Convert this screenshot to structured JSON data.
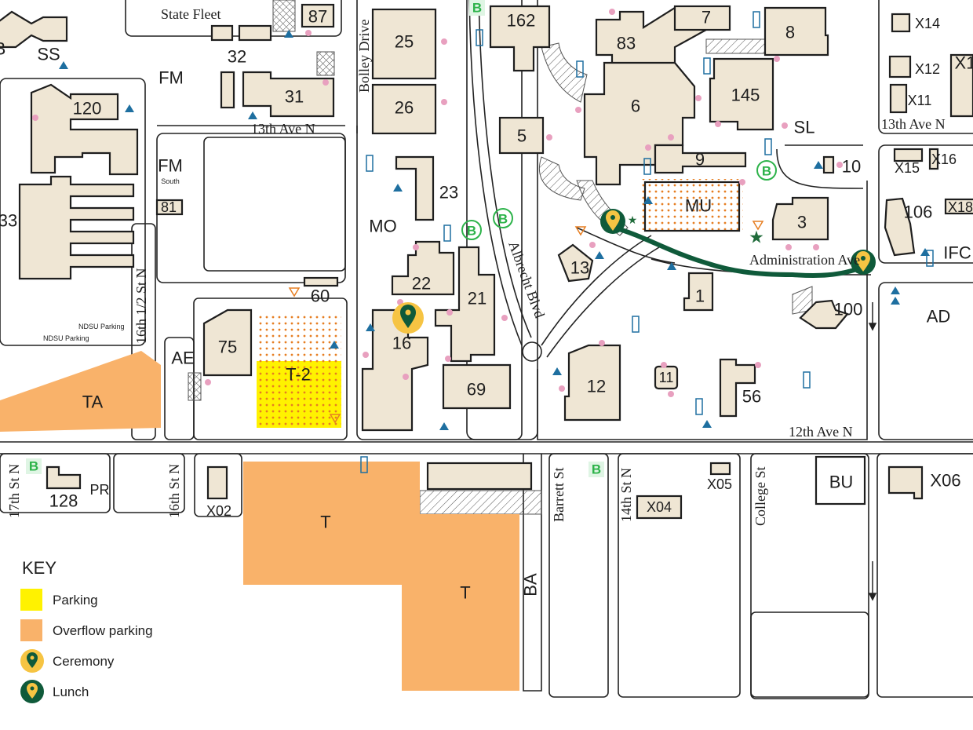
{
  "colors": {
    "building_fill": "#efe6d4",
    "building_stroke": "#1e1e1e",
    "road_line": "#222222",
    "parking": "#fff200",
    "overflow": "#f9b26a",
    "dots": "#e67e22",
    "pink_dot": "#e8a0bf",
    "route": "#0f5a3a",
    "ceremony_marker": "#f6c443",
    "lunch_marker": "#0f5a3a",
    "accessible_icon": "#1e6fa0",
    "bus_stop": "#2db34a"
  },
  "buildings": [
    {
      "id": "b87",
      "label": "87"
    },
    {
      "id": "b162",
      "label": "162"
    },
    {
      "id": "b7",
      "label": "7"
    },
    {
      "id": "b8",
      "label": "8"
    },
    {
      "id": "b83",
      "label": "83"
    },
    {
      "id": "b25",
      "label": "25"
    },
    {
      "id": "b26",
      "label": "26"
    },
    {
      "id": "b6",
      "label": "6"
    },
    {
      "id": "b145",
      "label": "145"
    },
    {
      "id": "b5",
      "label": "5"
    },
    {
      "id": "b9",
      "label": "9"
    },
    {
      "id": "b31",
      "label": "31"
    },
    {
      "id": "b120",
      "label": "120"
    },
    {
      "id": "b23",
      "label": "23"
    },
    {
      "id": "bMU",
      "label": "MU"
    },
    {
      "id": "b3",
      "label": "3"
    },
    {
      "id": "b10",
      "label": "10"
    },
    {
      "id": "b22",
      "label": "22"
    },
    {
      "id": "b21",
      "label": "21"
    },
    {
      "id": "b13",
      "label": "13"
    },
    {
      "id": "b1",
      "label": "1"
    },
    {
      "id": "b60",
      "label": "60"
    },
    {
      "id": "b100",
      "label": "100"
    },
    {
      "id": "b75",
      "label": "75"
    },
    {
      "id": "b16",
      "label": "16"
    },
    {
      "id": "b12",
      "label": "12"
    },
    {
      "id": "b11",
      "label": "11"
    },
    {
      "id": "b56",
      "label": "56"
    },
    {
      "id": "b69",
      "label": "69"
    },
    {
      "id": "b81",
      "label": "81"
    },
    {
      "id": "b128",
      "label": "128"
    },
    {
      "id": "bX02",
      "label": "X02"
    },
    {
      "id": "bX04",
      "label": "X04"
    },
    {
      "id": "bX05",
      "label": "X05"
    },
    {
      "id": "bX06",
      "label": "X06"
    },
    {
      "id": "bX14",
      "label": "X14"
    },
    {
      "id": "bX12",
      "label": "X12"
    },
    {
      "id": "bX11",
      "label": "X11"
    },
    {
      "id": "bX15",
      "label": "X15"
    },
    {
      "id": "bX16",
      "label": "X16"
    },
    {
      "id": "bX18",
      "label": "X18"
    },
    {
      "id": "b106",
      "label": "106"
    },
    {
      "id": "b33",
      "label": "33"
    },
    {
      "id": "b32",
      "label": "32"
    }
  ],
  "area_labels": {
    "SS": "SS",
    "FM": "FM",
    "FM_south_1": "FM",
    "FM_south_2": "South",
    "MO": "MO",
    "SL": "SL",
    "AE": "AE",
    "AD": "AD",
    "IFC": "IFC",
    "BU": "BU",
    "PR": "PR",
    "BA": "BA",
    "TA": "TA",
    "T2": "T-2",
    "T1": "T",
    "T2b": "T",
    "X1": "X1",
    "B_left": "B"
  },
  "streets": {
    "state_fleet": "State Fleet",
    "ave13_w": "13th Ave N",
    "ave13_e": "13th Ave N",
    "ave12": "12th Ave N",
    "bolley": "Bolley Drive",
    "albrecht": "Albrecht Blvd",
    "st16half": "16th 1/2 St N",
    "st16": "16th St N",
    "st17": "17th St N",
    "barrett": "Barrett St",
    "st14": "14th St N",
    "college": "College St",
    "admin": "Administration Ave"
  },
  "parking_labels": {
    "ndsu1": "NDSU Parking",
    "ndsu2": "NDSU Parking"
  },
  "bus_label": "B",
  "key": {
    "title": "KEY",
    "items": [
      {
        "label": "Parking",
        "kind": "parking"
      },
      {
        "label": "Overflow parking",
        "kind": "overflow"
      },
      {
        "label": "Ceremony",
        "kind": "ceremony"
      },
      {
        "label": "Lunch",
        "kind": "lunch"
      }
    ]
  }
}
